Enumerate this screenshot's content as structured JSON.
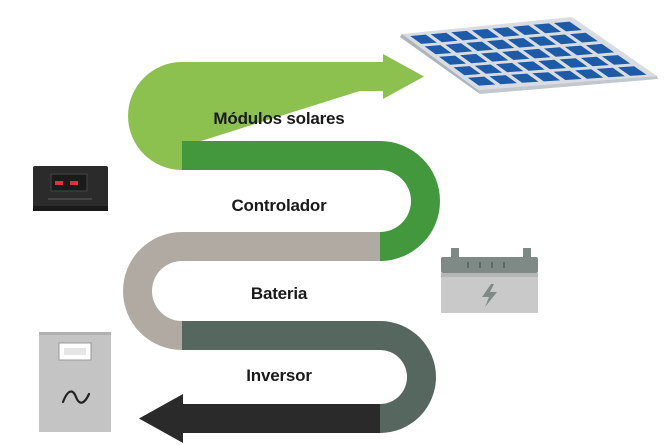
{
  "flow": {
    "stages": [
      {
        "label": "Módulos solares",
        "color": "#8cc04f",
        "icon": "solar-panel-icon"
      },
      {
        "label": "Controlador",
        "color": "#43983e",
        "icon": "charge-controller-icon"
      },
      {
        "label": "Bateria",
        "color": "#b1aaa3",
        "icon": "battery-icon"
      },
      {
        "label": "Inversor",
        "color": "#55675f",
        "icon": "inverter-icon"
      }
    ],
    "output_arrow_color": "#2a2a2a",
    "panel_cell_color": "#1d5ba8",
    "panel_frame_color": "#d9dde3"
  }
}
